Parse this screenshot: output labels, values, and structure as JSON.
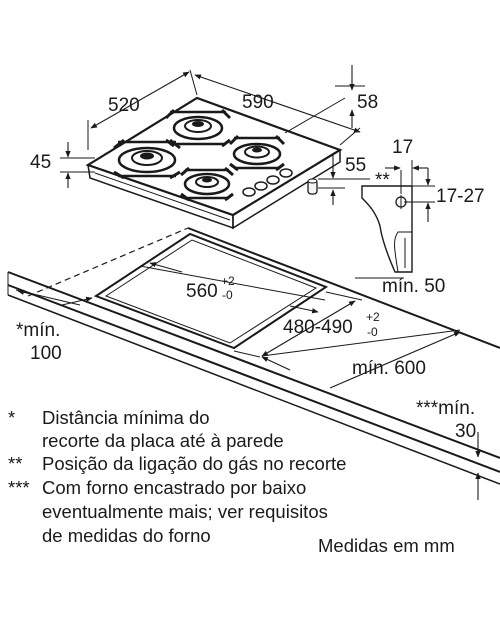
{
  "dimensions": {
    "width_top": "520",
    "depth_top": "590",
    "height_58": "58",
    "thickness_45": "45",
    "offset_55": "55",
    "detail_17": "17",
    "detail_stars": "**",
    "detail_range": "17-27",
    "min_50": "mín. 50",
    "cutout_width": "560",
    "cutout_width_tol_plus": "+2",
    "cutout_width_tol_minus": "-0",
    "cutout_depth": "480-490",
    "cutout_depth_tol_plus": "+2",
    "cutout_depth_tol_minus": "-0",
    "min_600": "mín. 600",
    "min_100_label": "*mín.",
    "min_100_value": "100",
    "min_30_label": "***mín.",
    "min_30_value": "30"
  },
  "notes": [
    {
      "marker": "*",
      "lines": [
        "Distância mínima do",
        "recorte da placa até à parede"
      ]
    },
    {
      "marker": "**",
      "lines": [
        "Posição da ligação do gás no recorte"
      ]
    },
    {
      "marker": "***",
      "lines": [
        "Com forno encastrado por baixo",
        "eventualmente mais; ver requisitos",
        "de medidas do forno"
      ]
    }
  ],
  "units_note": "Medidas em mm"
}
